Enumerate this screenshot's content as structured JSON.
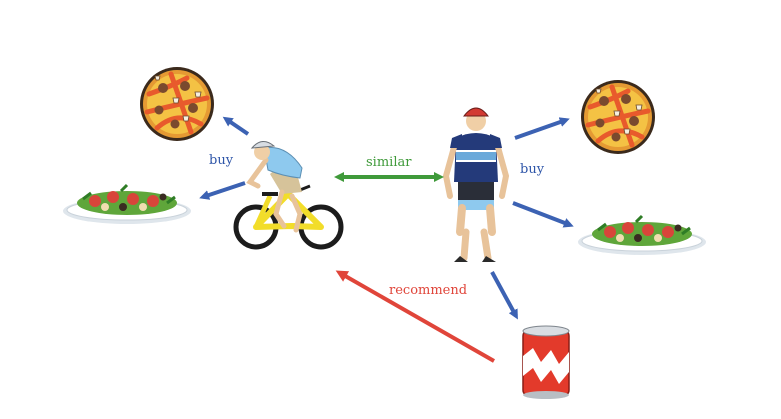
{
  "labels": {
    "buy_left": "buy",
    "buy_right": "buy",
    "similar": "similar",
    "recommend": "recommend"
  },
  "colors": {
    "buy_arrow": "#3c62b3",
    "similar_arrow": "#3f9a3a",
    "recommend_arrow": "#e0453a",
    "pizza_crust": "#e59a33",
    "pizza_sauce": "#e85a2c",
    "can_red": "#e33a2b",
    "jersey_navy": "#243a7a",
    "jersey_light_blue": "#8ec9ee",
    "bike_yellow": "#f2dd2a"
  },
  "icons": [
    "pizza-icon",
    "salad-icon",
    "cyclist-on-bike-icon",
    "cyclist-standing-icon",
    "soda-can-icon"
  ]
}
